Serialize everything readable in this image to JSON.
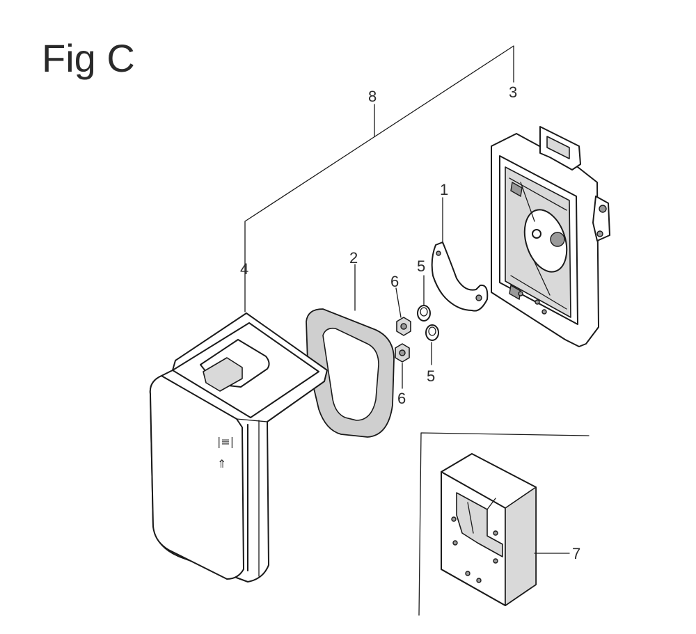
{
  "figure_title": "Fig C",
  "callouts": {
    "c1": "1",
    "c2": "2",
    "c3": "3",
    "c4": "4",
    "c5a": "5",
    "c5b": "5",
    "c6a": "6",
    "c6b": "6",
    "c7": "7",
    "c8": "8"
  },
  "cover_marks": {
    "m1": "|≡|",
    "m2": "⇑"
  },
  "icons": [
    "air-cleaner-cover",
    "air-cleaner-element",
    "air-cleaner-case",
    "cover-bracket",
    "bolt",
    "nut",
    "replacement-element"
  ]
}
